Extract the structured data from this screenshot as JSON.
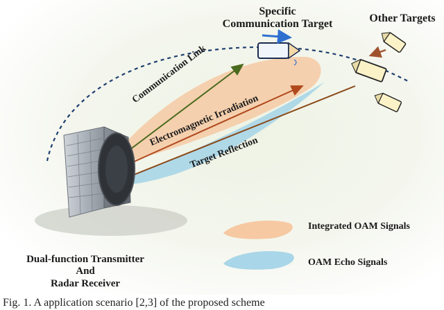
{
  "labels": {
    "specific_target_line1": "Specific",
    "specific_target_line2": "Communication Target",
    "other_targets": "Other Targets",
    "communication_link": "Communication Link",
    "em_irradiation": "Electromagnetic Irradiation",
    "target_reflection": "Target Reflection",
    "transmitter_line1": "Dual-function Transmitter",
    "transmitter_line2": "And",
    "transmitter_line3": "Radar Receiver"
  },
  "legend": {
    "integrated": "Integrated OAM Signals",
    "echo": "OAM Echo Signals"
  },
  "colors": {
    "integrated_beam": "#f6c9a3",
    "echo_beam": "#a9d6e8",
    "communication_arrow": "#4a6a1e",
    "irradiation_arrow": "#b0491d",
    "reflection_arrow": "#8a4a1a",
    "trajectory": "#1f3f70",
    "motion_arrow_blue": "#2f6fd0",
    "motion_arrow_brown": "#a0522d"
  },
  "caption": "Fig. 1.  A application scenario [2,3] of the proposed scheme"
}
